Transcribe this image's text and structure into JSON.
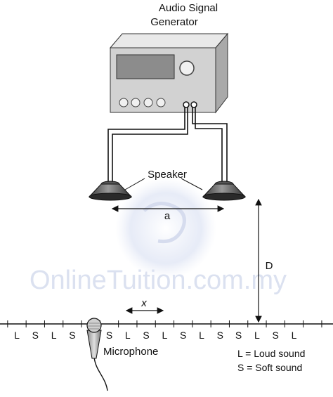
{
  "title_line1": "Audio Signal",
  "title_line2": "Generator",
  "speaker_label": "Speaker",
  "separation_label": "a",
  "distance_label": "D",
  "fringe_spacing_label": "x",
  "microphone_label": "Microphone",
  "watermark": "OnlineTuition.com.my",
  "pattern": [
    "L",
    "S",
    "L",
    "S",
    "",
    "S",
    "L",
    "S",
    "L",
    "S",
    "L",
    "S",
    "S",
    "L",
    "S",
    "L"
  ],
  "legend": {
    "loud": "L = Loud sound",
    "soft": "S = Soft sound"
  },
  "colors": {
    "device_front": "#d2d2d2",
    "device_top": "#e9e9e9",
    "device_side": "#a9a9a9",
    "screen": "#8c8c8c",
    "watermark": "#cfd6ea"
  },
  "icons": [
    "speaker-icon",
    "microphone-icon",
    "knob-icon",
    "button-icon"
  ]
}
